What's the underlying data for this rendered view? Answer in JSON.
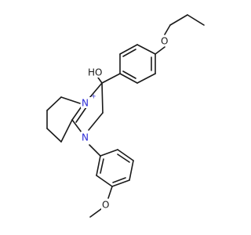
{
  "molecule": {
    "atoms": [
      {
        "id": "o_ethoxy",
        "symbol": "O"
      },
      {
        "id": "o_hydroxy",
        "symbol": "HO"
      },
      {
        "id": "n_plus",
        "symbol": "N",
        "charge": "+"
      },
      {
        "id": "n_aryl",
        "symbol": "N"
      },
      {
        "id": "o_methoxy",
        "symbol": "O"
      }
    ]
  },
  "colors": {
    "bond": "#1a1a1a",
    "heteroatom_N": "#2b2bd6",
    "heteroatom_O": "#1a1a1a"
  }
}
